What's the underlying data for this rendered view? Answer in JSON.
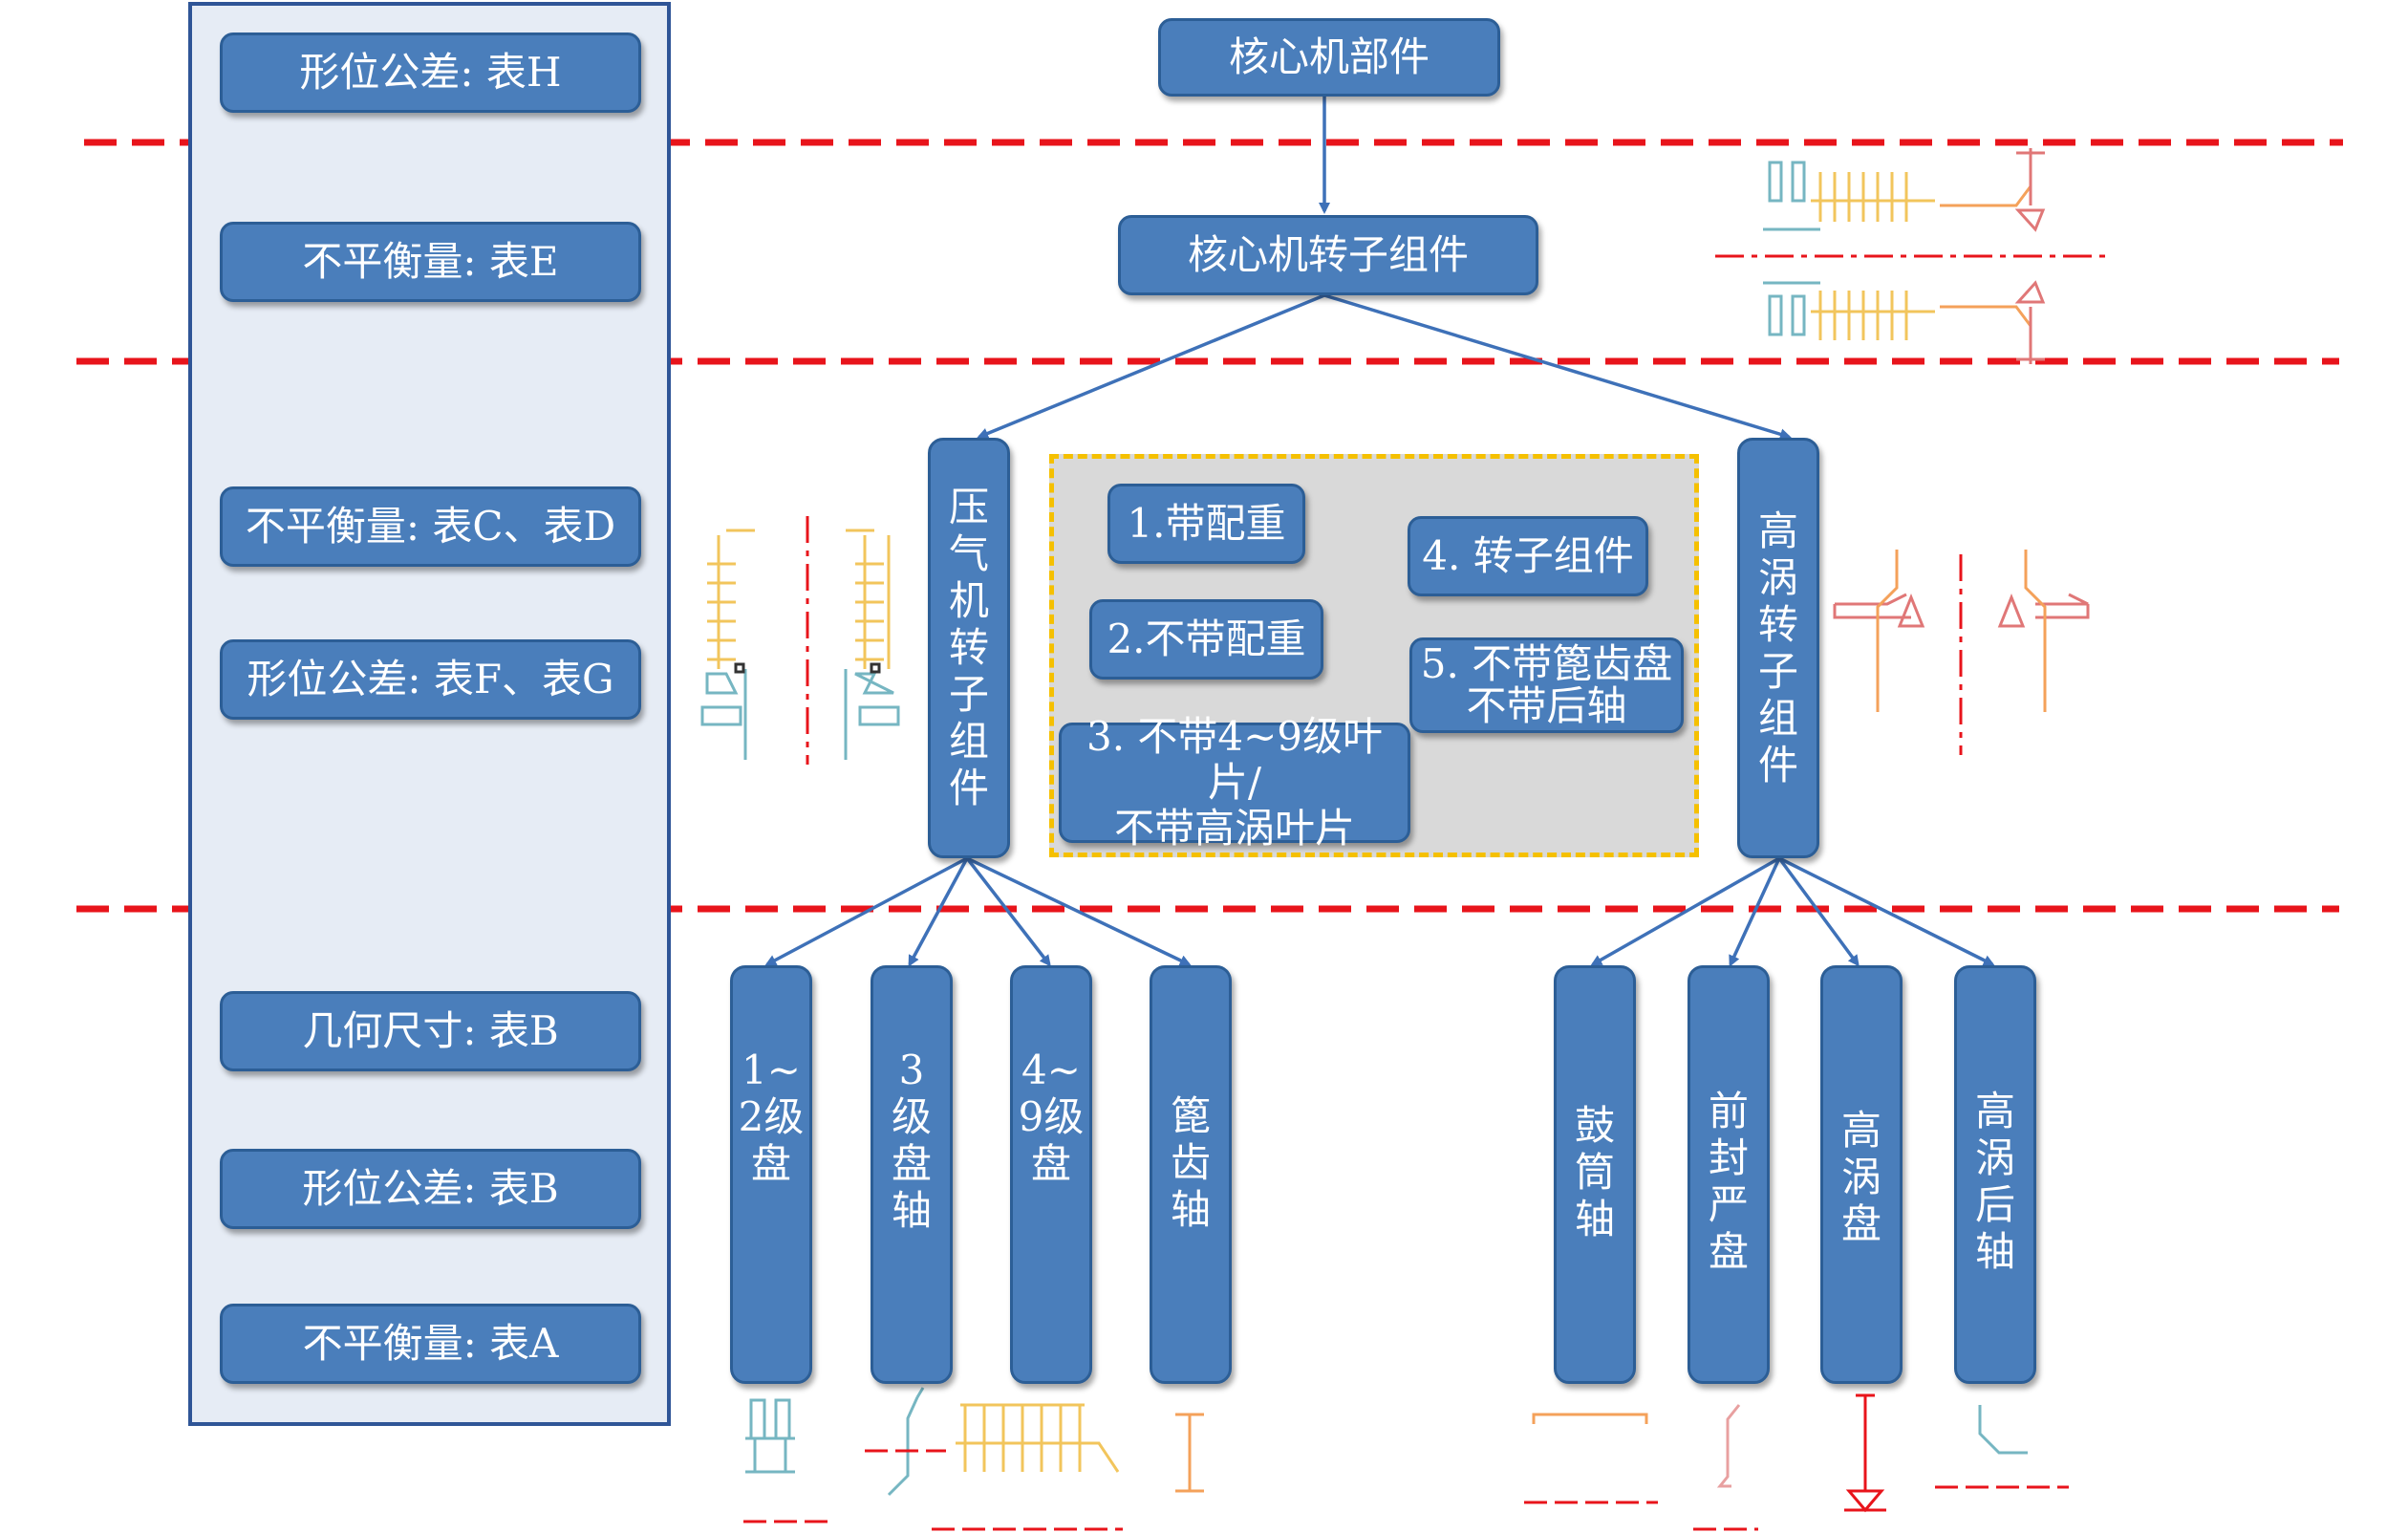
{
  "header": {
    "title": "核心机部件"
  },
  "left_panel": {
    "items": [
      "形位公差: 表H",
      "不平衡量: 表E",
      "不平衡量: 表C、表D",
      "形位公差: 表F、表G",
      "几何尺寸: 表B",
      "形位公差: 表B",
      "不平衡量: 表A"
    ]
  },
  "level2": {
    "label": "核心机转子组件"
  },
  "level3": {
    "compressor": "压气机转子组件",
    "turbine": "高涡转子组件"
  },
  "configs": {
    "c1": "1.带配重",
    "c2": "2.不带配重",
    "c3_line1": "3. 不带4~9级叶片/",
    "c3_line2": "不带高涡叶片",
    "c4": "4. 转子组件",
    "c5_line1": "5. 不带篦齿盘",
    "c5_line2": "不带后轴"
  },
  "level4": {
    "compressor_parts": [
      "1~2级盘",
      "3级盘轴",
      "4~9级盘",
      "篦齿轴"
    ],
    "turbine_parts": [
      "鼓筒轴",
      "前封严盘",
      "高涡盘",
      "高涡后轴"
    ]
  },
  "colors": {
    "box_fill": "#4a7ebb",
    "divider": "#e8141b",
    "highlight_border": "#f5c000"
  }
}
